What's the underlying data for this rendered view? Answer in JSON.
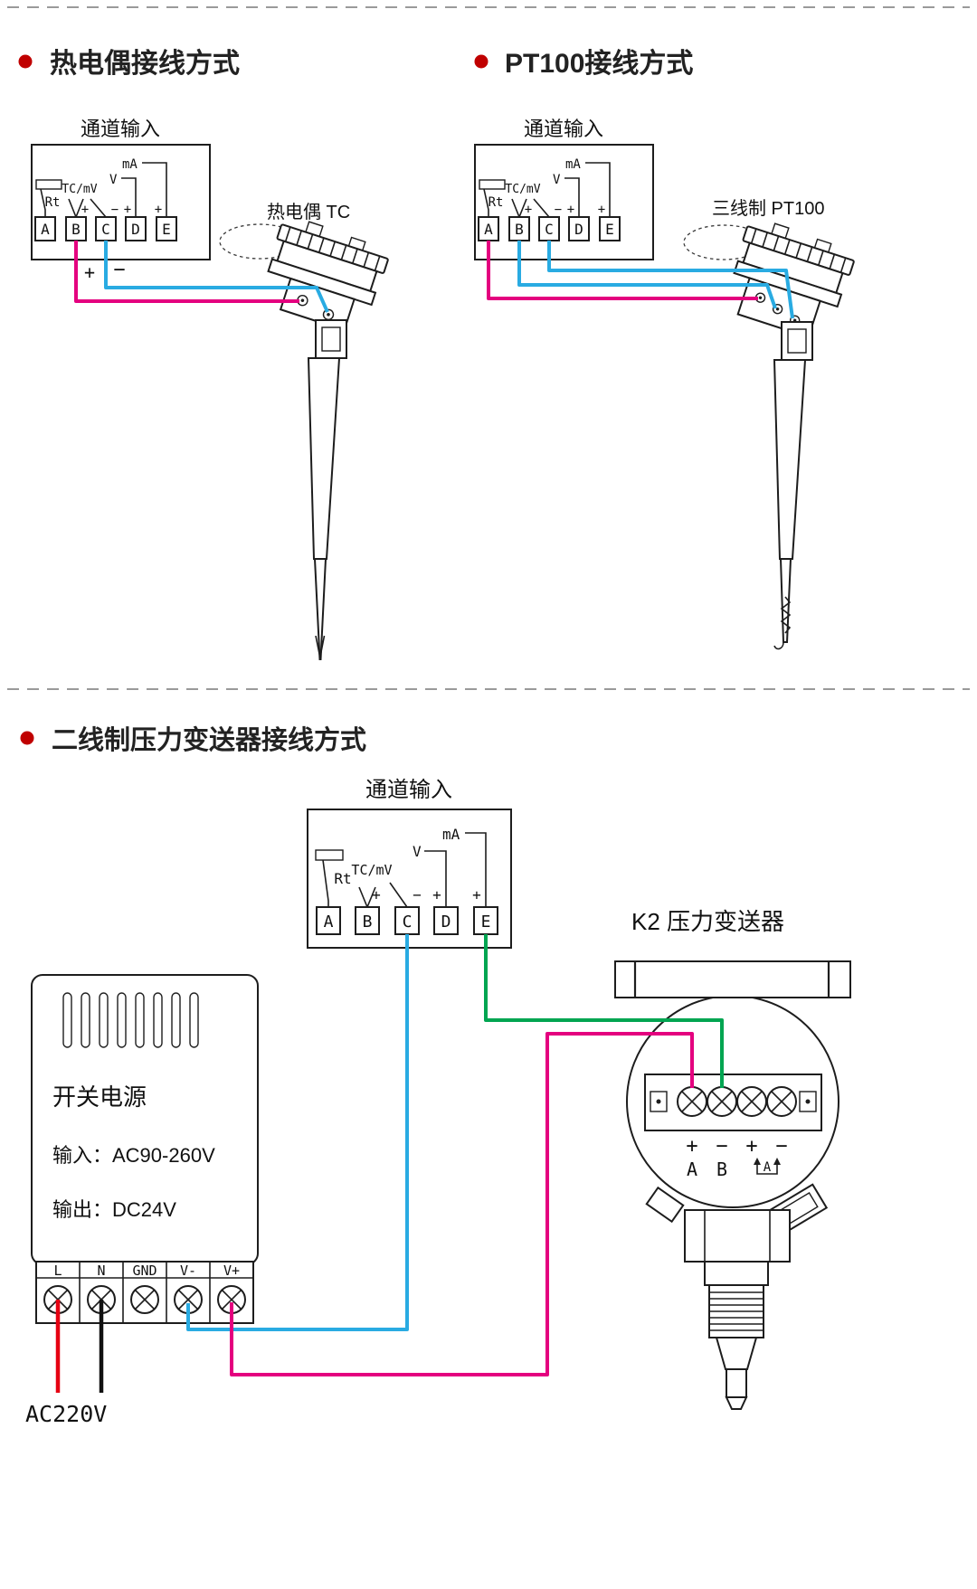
{
  "titles": {
    "tc": "热电偶接线方式",
    "pt100": "PT100接线方式",
    "pressure": "二线制压力变送器接线方式"
  },
  "channel_box": {
    "title": "通道输入",
    "rt": "Rt",
    "tcmv": "TC/mV",
    "v": "V",
    "ma": "mA",
    "plus": "+",
    "minus": "−",
    "terminals": [
      "A",
      "B",
      "C",
      "D",
      "E"
    ]
  },
  "tc_diagram": {
    "sensor_label": "热电偶 TC",
    "polarity_plus": "+",
    "polarity_minus": "−"
  },
  "pt_diagram": {
    "sensor_label": "三线制 PT100"
  },
  "pressure_diagram": {
    "transmitter_label": "K2 压力变送器",
    "signs": [
      "+",
      "−",
      "+",
      "−"
    ],
    "terminal_letters": [
      "A",
      "B"
    ],
    "loop_letter": "A"
  },
  "power_supply": {
    "name": "开关电源",
    "input_spec": "输入：AC90-260V",
    "output_spec": "输出：DC24V",
    "terminals": [
      "L",
      "N",
      "GND",
      "V-",
      "V+"
    ],
    "mains_label": "AC220V"
  },
  "colors": {
    "bullet_red": "#c00000",
    "wire_magenta": "#e4007f",
    "wire_cyan": "#29abe2",
    "wire_green": "#00a551",
    "wire_red": "#e60012",
    "wire_black": "#111111"
  }
}
